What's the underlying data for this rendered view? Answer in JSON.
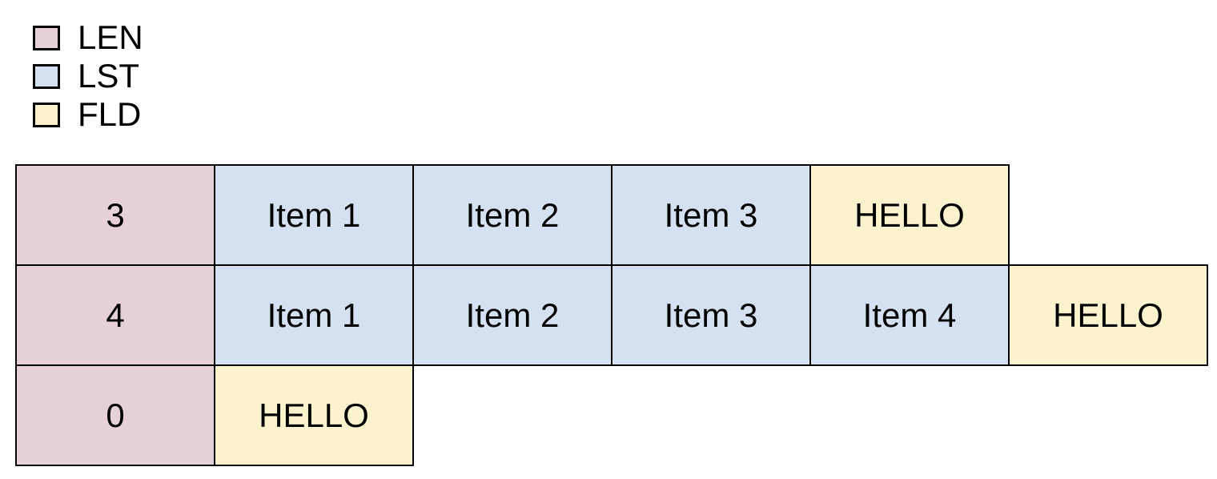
{
  "colors": {
    "len": "#e7d1d8",
    "lst": "#d5e1f1",
    "fld": "#fcf2cd",
    "border": "#000000",
    "text": "#000000"
  },
  "legend": {
    "items": [
      {
        "type": "len",
        "label": "LEN"
      },
      {
        "type": "lst",
        "label": "LST"
      },
      {
        "type": "fld",
        "label": "FLD"
      }
    ]
  },
  "table": {
    "rows": [
      {
        "cells": [
          {
            "type": "len",
            "text": "3"
          },
          {
            "type": "lst",
            "text": "Item 1"
          },
          {
            "type": "lst",
            "text": "Item 2"
          },
          {
            "type": "lst",
            "text": "Item 3"
          },
          {
            "type": "fld",
            "text": "HELLO"
          }
        ]
      },
      {
        "cells": [
          {
            "type": "len",
            "text": "4"
          },
          {
            "type": "lst",
            "text": "Item 1"
          },
          {
            "type": "lst",
            "text": "Item 2"
          },
          {
            "type": "lst",
            "text": "Item 3"
          },
          {
            "type": "lst",
            "text": "Item 4"
          },
          {
            "type": "fld",
            "text": "HELLO"
          }
        ]
      },
      {
        "cells": [
          {
            "type": "len",
            "text": "0"
          },
          {
            "type": "fld",
            "text": "HELLO"
          }
        ]
      }
    ]
  }
}
